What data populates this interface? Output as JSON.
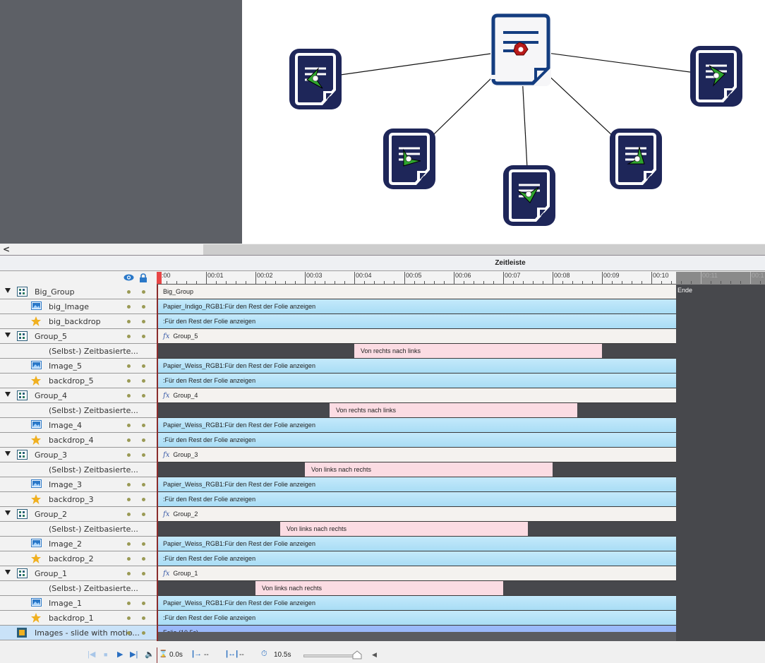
{
  "stage": {
    "nodes": [
      {
        "id": "center",
        "label": "center-document",
        "kind": "hub"
      },
      {
        "id": "n1",
        "label": "document-left"
      },
      {
        "id": "n2",
        "label": "document-right"
      },
      {
        "id": "n3",
        "label": "document-bottom-left"
      },
      {
        "id": "n4",
        "label": "document-bottom-center"
      },
      {
        "id": "n5",
        "label": "document-bottom-right"
      }
    ]
  },
  "scroll": {
    "left_arrow": "<"
  },
  "timeline": {
    "title": "Zeitleiste",
    "ticks": [
      "0:00",
      "00:01",
      "00:02",
      "00:03",
      "00:04",
      "00:05",
      "00:06",
      "00:07",
      "00:08",
      "00:09",
      "00:10",
      "00:11",
      "00:1"
    ],
    "end_label": "Ende",
    "total_seconds": 10.5,
    "colors": {
      "group": "#f4f2ef",
      "media": "#b7e3f8",
      "anim": "#fbdce3",
      "slide": "#9ab9fa",
      "playhead": "#e84545"
    }
  },
  "layers": [
    {
      "name": "Big_Group",
      "type": "group",
      "indent": 0,
      "bar": "Big_Group",
      "bar_kind": "group",
      "fx": false,
      "start": 0,
      "end": 10.5
    },
    {
      "name": "big_Image",
      "type": "image",
      "indent": 1,
      "bar": "Papier_Indigo_RGB1:Für den Rest der Folie anzeigen",
      "bar_kind": "media",
      "start": 0,
      "end": 10.5
    },
    {
      "name": "big_backdrop",
      "type": "star",
      "indent": 1,
      "bar": ":Für den Rest der Folie anzeigen",
      "bar_kind": "media",
      "start": 0,
      "end": 10.5
    },
    {
      "name": "Group_5",
      "type": "group",
      "indent": 0,
      "bar": "Group_5",
      "bar_kind": "group",
      "fx": true,
      "start": 0,
      "end": 10.5
    },
    {
      "name": "(Selbst-) Zeitbasierte...",
      "type": "anim",
      "indent": 2,
      "bar": "Von rechts nach links",
      "bar_kind": "anim",
      "start": 4.0,
      "end": 9.0
    },
    {
      "name": "Image_5",
      "type": "image",
      "indent": 1,
      "bar": "Papier_Weiss_RGB1:Für den Rest der Folie anzeigen",
      "bar_kind": "media",
      "start": 0,
      "end": 10.5
    },
    {
      "name": "backdrop_5",
      "type": "star",
      "indent": 1,
      "bar": ":Für den Rest der Folie anzeigen",
      "bar_kind": "media",
      "start": 0,
      "end": 10.5
    },
    {
      "name": "Group_4",
      "type": "group",
      "indent": 0,
      "bar": "Group_4",
      "bar_kind": "group",
      "fx": true,
      "start": 0,
      "end": 10.5
    },
    {
      "name": "(Selbst-) Zeitbasierte...",
      "type": "anim",
      "indent": 2,
      "bar": "Von rechts nach links",
      "bar_kind": "anim",
      "start": 3.5,
      "end": 8.5
    },
    {
      "name": "Image_4",
      "type": "image",
      "indent": 1,
      "bar": "Papier_Weiss_RGB1:Für den Rest der Folie anzeigen",
      "bar_kind": "media",
      "start": 0,
      "end": 10.5
    },
    {
      "name": "backdrop_4",
      "type": "star",
      "indent": 1,
      "bar": ":Für den Rest der Folie anzeigen",
      "bar_kind": "media",
      "start": 0,
      "end": 10.5
    },
    {
      "name": "Group_3",
      "type": "group",
      "indent": 0,
      "bar": "Group_3",
      "bar_kind": "group",
      "fx": true,
      "start": 0,
      "end": 10.5
    },
    {
      "name": "(Selbst-) Zeitbasierte...",
      "type": "anim",
      "indent": 2,
      "bar": "Von links nach rechts",
      "bar_kind": "anim",
      "start": 3.0,
      "end": 8.0
    },
    {
      "name": "Image_3",
      "type": "image",
      "indent": 1,
      "bar": "Papier_Weiss_RGB1:Für den Rest der Folie anzeigen",
      "bar_kind": "media",
      "start": 0,
      "end": 10.5
    },
    {
      "name": "backdrop_3",
      "type": "star",
      "indent": 1,
      "bar": ":Für den Rest der Folie anzeigen",
      "bar_kind": "media",
      "start": 0,
      "end": 10.5
    },
    {
      "name": "Group_2",
      "type": "group",
      "indent": 0,
      "bar": "Group_2",
      "bar_kind": "group",
      "fx": true,
      "start": 0,
      "end": 10.5
    },
    {
      "name": "(Selbst-) Zeitbasierte...",
      "type": "anim",
      "indent": 2,
      "bar": "Von links nach rechts",
      "bar_kind": "anim",
      "start": 2.5,
      "end": 7.5
    },
    {
      "name": "Image_2",
      "type": "image",
      "indent": 1,
      "bar": "Papier_Weiss_RGB1:Für den Rest der Folie anzeigen",
      "bar_kind": "media",
      "start": 0,
      "end": 10.5
    },
    {
      "name": "backdrop_2",
      "type": "star",
      "indent": 1,
      "bar": ":Für den Rest der Folie anzeigen",
      "bar_kind": "media",
      "start": 0,
      "end": 10.5
    },
    {
      "name": "Group_1",
      "type": "group",
      "indent": 0,
      "bar": "Group_1",
      "bar_kind": "group",
      "fx": true,
      "start": 0,
      "end": 10.5
    },
    {
      "name": "(Selbst-) Zeitbasierte...",
      "type": "anim",
      "indent": 2,
      "bar": "Von links nach rechts",
      "bar_kind": "anim",
      "start": 2.0,
      "end": 7.0
    },
    {
      "name": "Image_1",
      "type": "image",
      "indent": 1,
      "bar": "Papier_Weiss_RGB1:Für den Rest der Folie anzeigen",
      "bar_kind": "media",
      "start": 0,
      "end": 10.5
    },
    {
      "name": "backdrop_1",
      "type": "star",
      "indent": 1,
      "bar": ":Für den Rest der Folie anzeigen",
      "bar_kind": "media",
      "start": 0,
      "end": 10.5
    },
    {
      "name": "Images - slide with motio...",
      "type": "slide",
      "indent": 0,
      "bar": "Folie (10.5s)",
      "bar_kind": "slide",
      "start": 0,
      "end": 10.5,
      "selected": true
    }
  ],
  "toolbar": {
    "current_time": "0.0s",
    "start_marker": "--",
    "duration_marker": "--",
    "slide_duration": "10.5s",
    "zoom_level": 0.95
  }
}
